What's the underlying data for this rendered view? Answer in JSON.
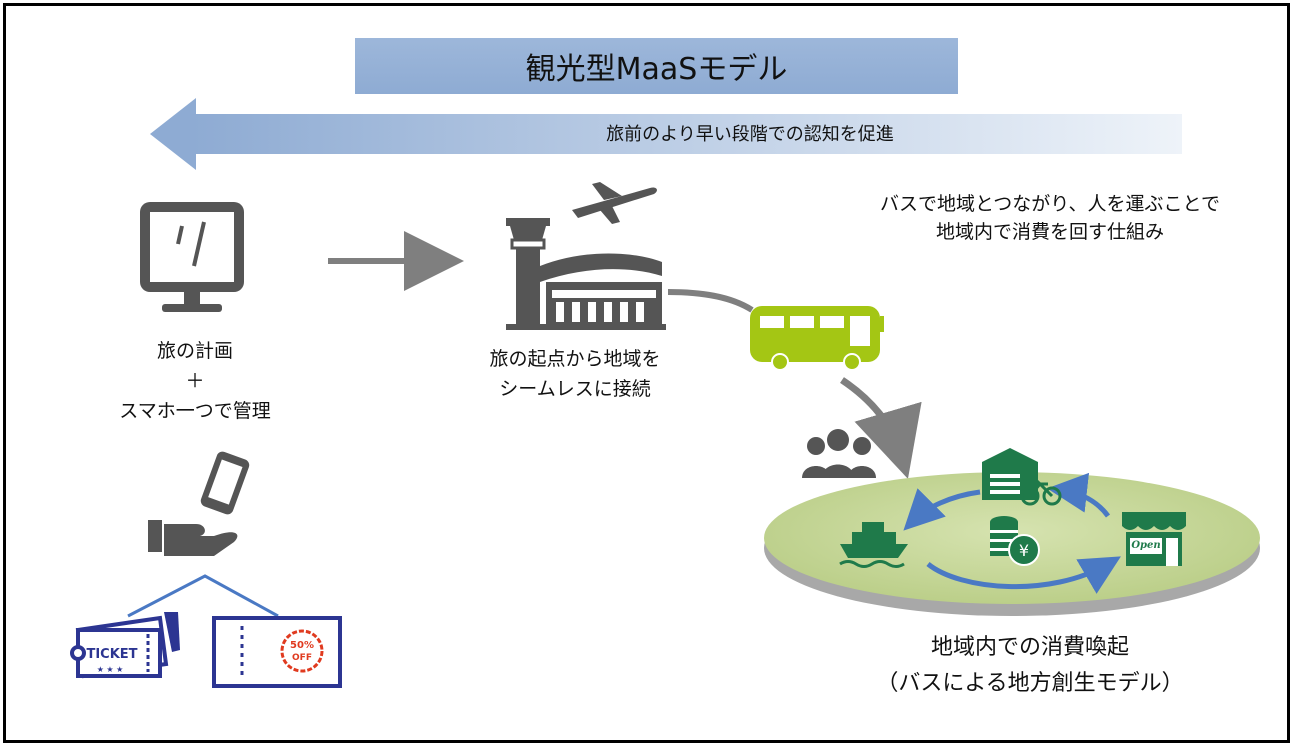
{
  "header": {
    "title": "観光型MaaSモデル"
  },
  "arrow_banner": {
    "text": "旅前のより早い段階での認知を促進"
  },
  "steps": {
    "plan": {
      "line1": "旅の計画",
      "line2": "＋",
      "line3": "スマホ一つで管理"
    },
    "origin": {
      "line1": "旅の起点から地域を",
      "line2": "シームレスに接続"
    }
  },
  "bus_note": {
    "line1": "バスで地域とつながり、人を運ぶことで",
    "line2": "地域内で消費を回す仕組み"
  },
  "tickets": {
    "ticket_label": "TICKET",
    "ticket_stars": "★ ★ ★",
    "coupon_label": "50%\nOFF"
  },
  "shop": {
    "sign": "Open"
  },
  "bottom": {
    "line1": "地域内での消費喚起",
    "line2": "（バスによる地方創生モデル）"
  },
  "colors": {
    "title_bg": "#9db7da",
    "arrow_blue": "#8eabd3",
    "icon_gray": "#555555",
    "bus_green": "#a4c614",
    "dark_green": "#1f7a4a",
    "ticket_navy": "#2c3592",
    "coupon_red": "#e03a1f",
    "platform": "#c7d79f"
  },
  "icons": [
    "monitor-icon",
    "airport-icon",
    "airplane-icon",
    "bus-icon",
    "people-icon",
    "warehouse-icon",
    "bicycle-icon",
    "ferry-icon",
    "coins-icon",
    "shop-icon",
    "smartphone-icon",
    "hand-icon",
    "ticket-icon",
    "coupon-icon"
  ]
}
